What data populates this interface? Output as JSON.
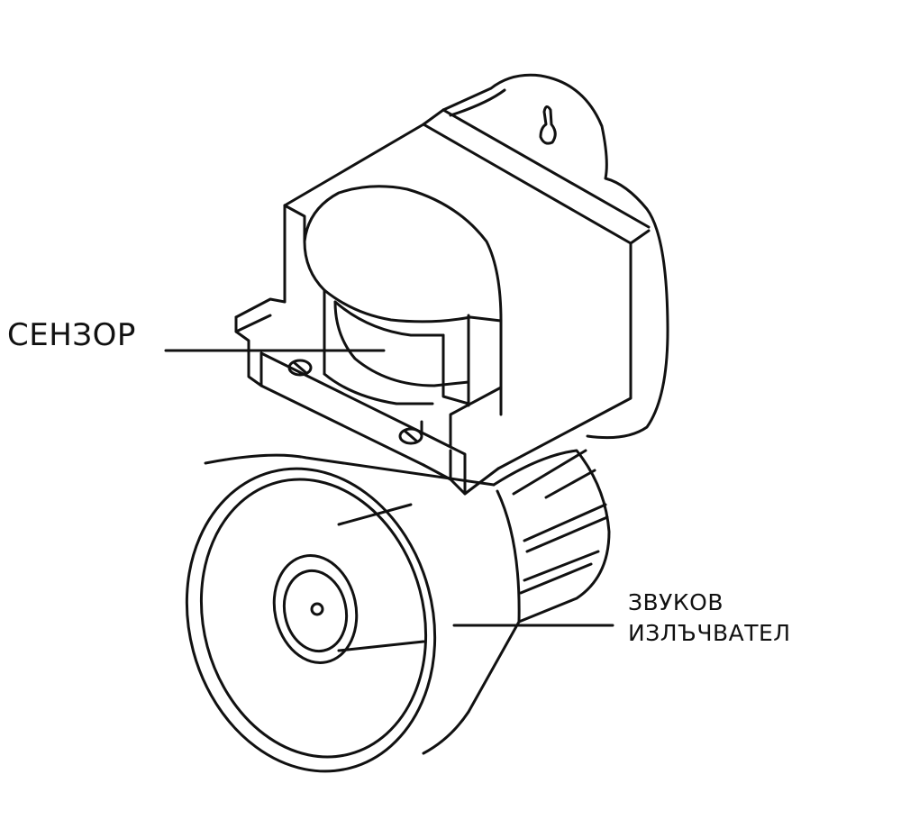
{
  "labels": {
    "sensor": "СЕНЗОР",
    "emitter_line1": "ЗВУКОВ",
    "emitter_line2": "ИЗЛЪЧВАТЕЛ"
  },
  "colors": {
    "ink": "#111111",
    "background": "#ffffff"
  }
}
